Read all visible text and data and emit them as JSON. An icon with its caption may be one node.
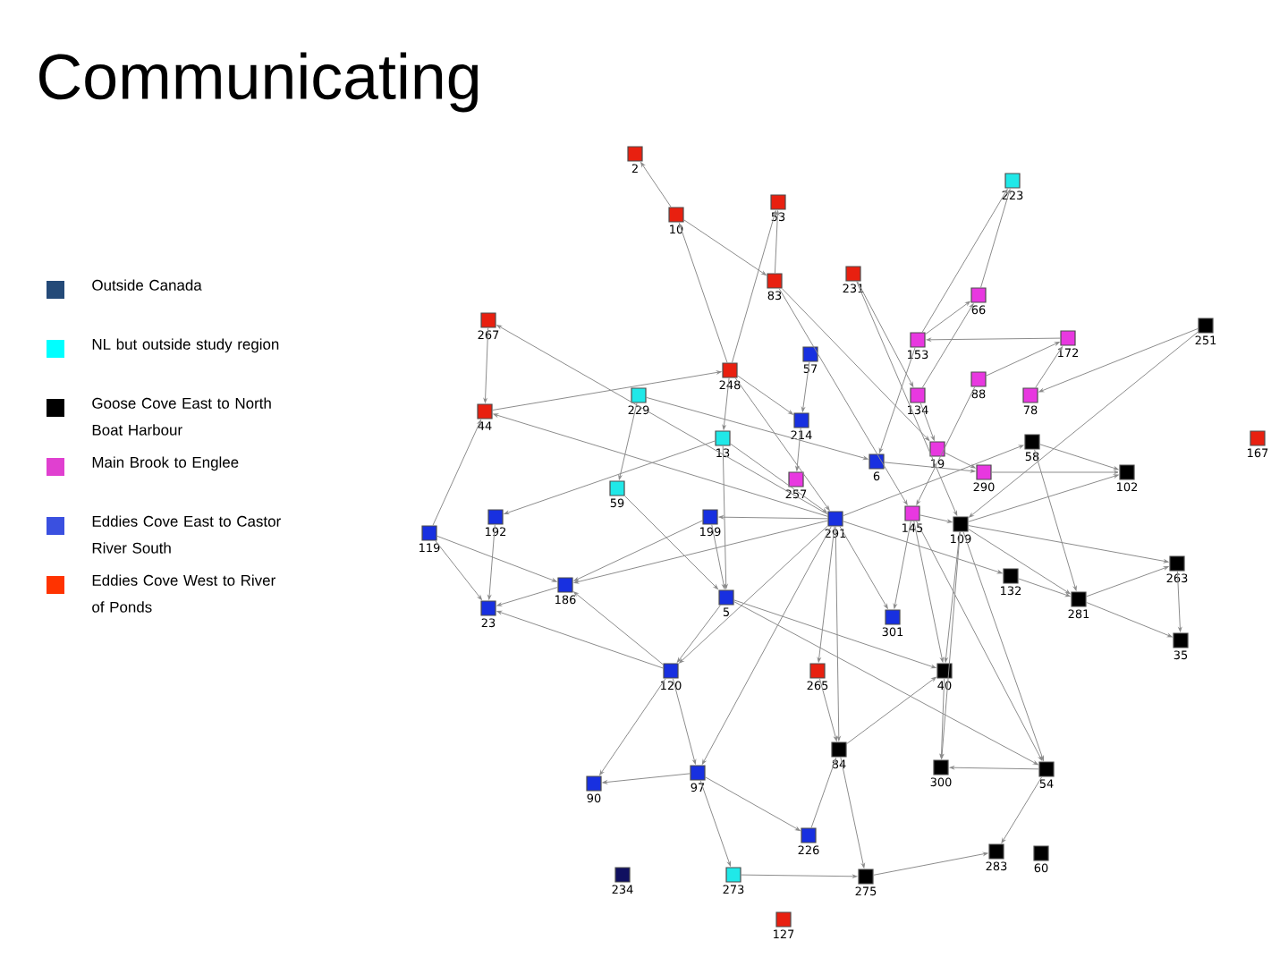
{
  "diagram": {
    "title": "Communicating",
    "nodes": [
      {
        "text": [
          "2"
        ]
      },
      {
        "text": [
          "10"
        ]
      },
      {
        "text": [
          "53"
        ]
      },
      {
        "text": [
          "223"
        ]
      },
      {
        "text": [
          "231"
        ]
      },
      {
        "text": [
          "83"
        ]
      },
      {
        "text": [
          "66"
        ]
      },
      {
        "text": [
          "153"
        ]
      },
      {
        "text": [
          "172"
        ]
      },
      {
        "text": [
          "251"
        ]
      },
      {
        "text": [
          "267"
        ]
      },
      {
        "text": [
          "57"
        ]
      },
      {
        "text": [
          "248"
        ]
      },
      {
        "text": [
          "229"
        ]
      },
      {
        "text": [
          "134"
        ]
      },
      {
        "text": [
          "88"
        ]
      },
      {
        "text": [
          "78"
        ]
      },
      {
        "text": [
          "44"
        ]
      },
      {
        "text": [
          "214"
        ]
      },
      {
        "text": [
          "13"
        ]
      },
      {
        "text": [
          "58"
        ]
      },
      {
        "text": [
          "19"
        ]
      },
      {
        "text": [
          "6"
        ]
      },
      {
        "text": [
          "290"
        ]
      },
      {
        "text": [
          "102"
        ]
      },
      {
        "text": [
          "257"
        ]
      },
      {
        "text": [
          "59"
        ]
      },
      {
        "text": [
          "167"
        ]
      },
      {
        "text": [
          "192"
        ]
      },
      {
        "text": [
          "199"
        ]
      },
      {
        "text": [
          "291"
        ]
      },
      {
        "text": [
          "145"
        ]
      },
      {
        "text": [
          "109"
        ]
      },
      {
        "text": [
          "119"
        ]
      },
      {
        "text": [
          "186"
        ]
      },
      {
        "text": [
          "263"
        ]
      },
      {
        "text": [
          "132"
        ]
      },
      {
        "text": [
          "5"
        ]
      },
      {
        "text": [
          "281"
        ]
      },
      {
        "text": [
          "23"
        ]
      },
      {
        "text": [
          "301"
        ]
      },
      {
        "text": [
          "35"
        ]
      },
      {
        "text": [
          "120"
        ]
      },
      {
        "text": [
          "265"
        ]
      },
      {
        "text": [
          "40"
        ]
      },
      {
        "text": [
          "84"
        ]
      },
      {
        "text": [
          "300"
        ]
      },
      {
        "text": [
          "54"
        ]
      },
      {
        "text": [
          "90"
        ]
      },
      {
        "text": [
          "97"
        ]
      },
      {
        "text": [
          "226"
        ]
      },
      {
        "text": [
          "283"
        ]
      },
      {
        "text": [
          "60"
        ]
      },
      {
        "text": [
          "234"
        ]
      },
      {
        "text": [
          "273"
        ]
      },
      {
        "text": [
          "275"
        ]
      },
      {
        "text": [
          "127"
        ]
      }
    ],
    "edges": [
      {
        "from": 1,
        "to": 0,
        "arrow": "to"
      },
      {
        "from": 1,
        "to": 5,
        "arrow": "to"
      },
      {
        "from": 12,
        "to": 1,
        "arrow": "to"
      },
      {
        "from": 12,
        "to": 2,
        "arrow": "to"
      },
      {
        "from": 5,
        "to": 2,
        "arrow": "to"
      },
      {
        "from": 30,
        "to": 10,
        "arrow": "to"
      },
      {
        "from": 10,
        "to": 17,
        "arrow": "to"
      },
      {
        "from": 17,
        "to": 12,
        "arrow": "to"
      },
      {
        "from": 30,
        "to": 17,
        "arrow": "to"
      },
      {
        "from": 33,
        "to": 17,
        "arrow": "to"
      },
      {
        "from": 33,
        "to": 39,
        "arrow": "to"
      },
      {
        "from": 33,
        "to": 34,
        "arrow": "to"
      },
      {
        "from": 28,
        "to": 39,
        "arrow": "to"
      },
      {
        "from": 34,
        "to": 39,
        "arrow": "to"
      },
      {
        "from": 19,
        "to": 28,
        "arrow": "to"
      },
      {
        "from": 29,
        "to": 34,
        "arrow": "to"
      },
      {
        "from": 30,
        "to": 34,
        "arrow": "to"
      },
      {
        "from": 42,
        "to": 34,
        "arrow": "to"
      },
      {
        "from": 42,
        "to": 39,
        "arrow": "to"
      },
      {
        "from": 13,
        "to": 26,
        "arrow": "to"
      },
      {
        "from": 19,
        "to": 37,
        "arrow": "to"
      },
      {
        "from": 29,
        "to": 37,
        "arrow": "to"
      },
      {
        "from": 26,
        "to": 37,
        "arrow": "to"
      },
      {
        "from": 30,
        "to": 29,
        "arrow": "to"
      },
      {
        "from": 30,
        "to": 42,
        "arrow": "to"
      },
      {
        "from": 37,
        "to": 42,
        "arrow": "to"
      },
      {
        "from": 42,
        "to": 49,
        "arrow": "to"
      },
      {
        "from": 49,
        "to": 48,
        "arrow": "to"
      },
      {
        "from": 42,
        "to": 48,
        "arrow": "to"
      },
      {
        "from": 49,
        "to": 54,
        "arrow": "to"
      },
      {
        "from": 49,
        "to": 50,
        "arrow": "to"
      },
      {
        "from": 30,
        "to": 49,
        "arrow": "to"
      },
      {
        "from": 43,
        "to": 45,
        "arrow": "to"
      },
      {
        "from": 50,
        "to": 45,
        "arrow": "to"
      },
      {
        "from": 45,
        "to": 55,
        "arrow": "to"
      },
      {
        "from": 45,
        "to": 44,
        "arrow": "to"
      },
      {
        "from": 54,
        "to": 55,
        "arrow": "to"
      },
      {
        "from": 55,
        "to": 51,
        "arrow": "to"
      },
      {
        "from": 47,
        "to": 51,
        "arrow": "to"
      },
      {
        "from": 47,
        "to": 46,
        "arrow": "to"
      },
      {
        "from": 44,
        "to": 46,
        "arrow": "to"
      },
      {
        "from": 32,
        "to": 46,
        "arrow": "to"
      },
      {
        "from": 30,
        "to": 45,
        "arrow": "to"
      },
      {
        "from": 31,
        "to": 40,
        "arrow": "to"
      },
      {
        "from": 37,
        "to": 44,
        "arrow": "to"
      },
      {
        "from": 32,
        "to": 38,
        "arrow": "to"
      },
      {
        "from": 36,
        "to": 38,
        "arrow": "to"
      },
      {
        "from": 38,
        "to": 35,
        "arrow": "to"
      },
      {
        "from": 35,
        "to": 41,
        "arrow": "to"
      },
      {
        "from": 38,
        "to": 41,
        "arrow": "to"
      },
      {
        "from": 20,
        "to": 24,
        "arrow": "to"
      },
      {
        "from": 32,
        "to": 24,
        "arrow": "to"
      },
      {
        "from": 23,
        "to": 24,
        "arrow": "to"
      },
      {
        "from": 20,
        "to": 38,
        "arrow": "to"
      },
      {
        "from": 32,
        "to": 35,
        "arrow": "to"
      },
      {
        "from": 9,
        "to": 16,
        "arrow": "to"
      },
      {
        "from": 9,
        "to": 32,
        "arrow": "to"
      },
      {
        "from": 8,
        "to": 7,
        "arrow": "to"
      },
      {
        "from": 15,
        "to": 8,
        "arrow": "to"
      },
      {
        "from": 16,
        "to": 8,
        "arrow": "to"
      },
      {
        "from": 7,
        "to": 3,
        "arrow": "to"
      },
      {
        "from": 6,
        "to": 3,
        "arrow": "to"
      },
      {
        "from": 7,
        "to": 6,
        "arrow": "to"
      },
      {
        "from": 14,
        "to": 6,
        "arrow": "to"
      },
      {
        "from": 4,
        "to": 14,
        "arrow": "to"
      },
      {
        "from": 4,
        "to": 32,
        "arrow": "to"
      },
      {
        "from": 5,
        "to": 21,
        "arrow": "to"
      },
      {
        "from": 5,
        "to": 31,
        "arrow": "to"
      },
      {
        "from": 11,
        "to": 18,
        "arrow": "to"
      },
      {
        "from": 12,
        "to": 18,
        "arrow": "to"
      },
      {
        "from": 12,
        "to": 30,
        "arrow": "to"
      },
      {
        "from": 13,
        "to": 22,
        "arrow": "to"
      },
      {
        "from": 19,
        "to": 30,
        "arrow": "to"
      },
      {
        "from": 18,
        "to": 25,
        "arrow": "to"
      },
      {
        "from": 30,
        "to": 20,
        "arrow": "to"
      },
      {
        "from": 22,
        "to": 23,
        "arrow": "to"
      },
      {
        "from": 21,
        "to": 23,
        "arrow": "to"
      },
      {
        "from": 31,
        "to": 32,
        "arrow": "to"
      },
      {
        "from": 32,
        "to": 44,
        "arrow": "to"
      },
      {
        "from": 31,
        "to": 44,
        "arrow": "to"
      },
      {
        "from": 30,
        "to": 36,
        "arrow": "to"
      },
      {
        "from": 30,
        "to": 40,
        "arrow": "to"
      },
      {
        "from": 37,
        "to": 47,
        "arrow": "to"
      },
      {
        "from": 32,
        "to": 47,
        "arrow": "to"
      },
      {
        "from": 31,
        "to": 47,
        "arrow": "to"
      },
      {
        "from": 30,
        "to": 43,
        "arrow": "to"
      },
      {
        "from": 7,
        "to": 22,
        "arrow": "to"
      },
      {
        "from": 14,
        "to": 21,
        "arrow": "to"
      },
      {
        "from": 15,
        "to": 31,
        "arrow": "to"
      },
      {
        "from": 12,
        "to": 19,
        "arrow": "to"
      }
    ],
    "legend": [
      {
        "text": "Outside Canada",
        "color": "#244a78"
      },
      {
        "text": "NL but outside study region",
        "color": "#00ffff"
      },
      {
        "text": "Goose Cove East to North Boat Harbour",
        "color": "#000000"
      },
      {
        "text": "Main Brook to Englee",
        "color": "#e040d0"
      },
      {
        "text": "Eddies Cove East to Castor River South",
        "color": "#3a50e0"
      },
      {
        "text": "Eddies Cove West to River of Ponds",
        "color": "#ff3300"
      }
    ]
  }
}
